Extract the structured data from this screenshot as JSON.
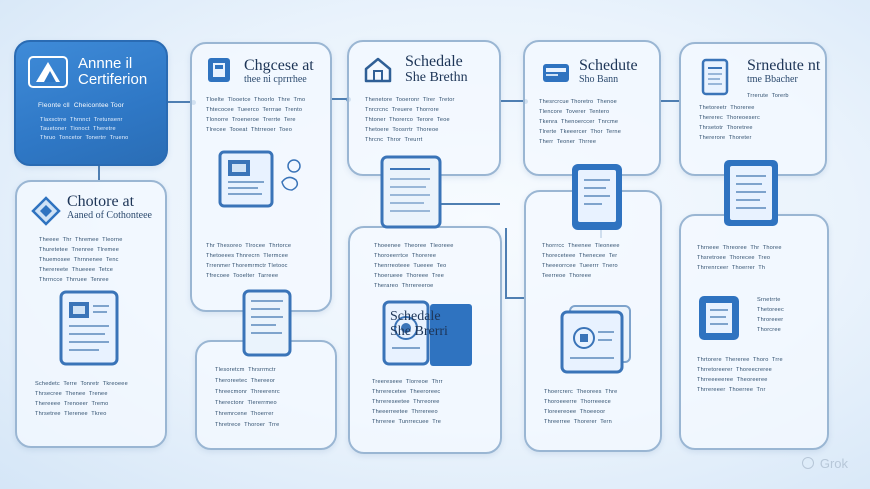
{
  "cards": {
    "c1": {
      "title": "Annne il",
      "subtitle": "Certiferion",
      "lines": [
        "Fleonte cll  Cheicontee Toor",
        "Tlaxsctrre  Thrnnct  Tretunsenr",
        "Tauetoner  Tionoct  Theretre",
        "Thruo  Toncetor  Tonertrr  Trueno"
      ]
    },
    "c2": {
      "title": "Chgcese at",
      "subtitle": "thee ni cprrrhee",
      "lines": [
        "Tloelte  Tlooetce  Thoorlo  Thre  Tmo",
        "Thtecocee  Tueerco  Terrrae  Trento",
        "Tlonorre  Troeneroe  Trerrte  Tere",
        "Tlrecee  Tooeat  Thtrreoer  Toeo"
      ],
      "lines2": [
        "Thr Thesoreo  Tlrocee  Thrtorce",
        "Thetoeees Thnrecrn  Tlermcee",
        "Trrenmer Thoremrmctr Tletooc",
        "Tfrecoee  Tooelter  Tarreee"
      ]
    },
    "c3": {
      "title": "Schedale",
      "subtitle": "She Brethn",
      "lines": [
        "Thenetore  Tooeronr  Tlrer  Tretor",
        "Tnrcrcnc  Treuere  Thorrore",
        "Thtoner  Thorerco  Terore  Teoe",
        "Thetoere  Toosrrtr  Thoreoe",
        "Thrcnc  Thror  Treurrt"
      ]
    },
    "c4": {
      "title": "Schedute",
      "subtitle": "Sho Bann",
      "lines": [
        "Thesrcrcue Thoretro  Thenoe",
        "Tlencore  Toverer  Tentero",
        "Tkenra  Thenoerccer  Tnrcme",
        "Tlrerte  Tkeeercer  Thor  Terne",
        "Therr  Teoner  Thrree"
      ]
    },
    "c5": {
      "title": "Srnedute nt",
      "subtitle": "tme Bbacher",
      "lines": [
        "Trrerute  Torerb",
        "Thetoreetr  Thoreree",
        "Thererec  Thoreoeserc",
        "Thrsetotr  Thoretree",
        "Thererore  Thoreter"
      ]
    },
    "c6": {
      "title": "Chotore  at",
      "subtitle": "Aaned of Cothonteee",
      "lines": [
        "Theeee  Thr  Thremee  Tleorne",
        "Thuretetee  Tnenree  Tlremee",
        "Thuemosee  Thrnnenee  Tenc",
        "Therereete  Thueeee  Tetce",
        "Thrrncce  Thrruee  Tenree"
      ],
      "lines2": [
        "Schedetc  Terre  Tonretr  Tkreoeee",
        "Thrsecree  Thenee  Trenee",
        "Thereeee  Trenoeer  Tremo",
        "Thrsetree  Tlerenee  Tkreo"
      ]
    },
    "c7": {
      "lines": [
        "Tlesoretcm  Thrsrrmctr",
        "Theroreetec  Thereeor",
        "Threecmonr  Threerenrc",
        "Therectonr  Tlererrmeo",
        "Thremrcene  Thoerrer",
        "Thretrece  Thoroer  Trre"
      ]
    },
    "c8": {
      "lines": [
        "Thoeenee  Theoree  Tleoreee",
        "Thoroeerrtce  Thoreree",
        "Thenrreoteee  Tueeee  Teo",
        "Thoerueee  Thoreee  Tree",
        "Therareo  Thrrereeroe"
      ],
      "lines2": [
        "Treereseee  Tlorreoe  Thrr",
        "Thrrerecetee  Theeroreec",
        "Thrrereseetee  Thrreoree",
        "Theeerreetee  Thrrereeo",
        "Thrreree  Tunrrecuee  Tre"
      ],
      "badge": "Schedale",
      "badge2": "She Brerri"
    },
    "c9": {
      "lines": [
        "Thorrrcc  Theenee  Tleoneee",
        "Thoreceteee  Thenecee  Ter",
        "Theeeorrcee  Tueerrr  Tnero",
        "Teerreoe  Thoreee"
      ],
      "lines2": [
        "Thoercrerc  Theorees  Thre",
        "Thoroeeerre  Thorreeece",
        "Tloreereoee  Thoeeoor",
        "Threerree  Thorerer  Tern"
      ]
    },
    "c10": {
      "lines": [
        "Thrneee  Threoree  Thr  Thoree",
        "Thsretroee  Thorecee  Treo",
        "Thrrenrceer  Thoerrer  Th"
      ],
      "lines2": [
        "Srnetrrte",
        "Thetoreec",
        "Throreeer",
        "Thorcree"
      ],
      "lines3": [
        "Thrtorere  Thereree  Thoro  Trre",
        "Thrretoreerer  Thoreecreree",
        "Thrreeeeeree  Theoreeree",
        "Thrrereeer  Thoerree  Tnr"
      ]
    }
  },
  "watermark": "Grok"
}
